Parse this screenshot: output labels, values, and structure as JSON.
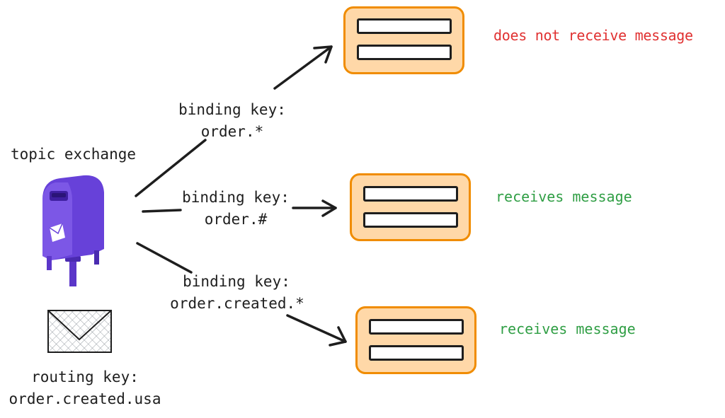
{
  "exchange": {
    "title": "topic exchange",
    "icon": "mailbox-icon",
    "message_icon": "envelope-icon",
    "routing_key_label": "routing key:",
    "routing_key_value": "order.created.usa"
  },
  "bindings": [
    {
      "label": "binding key:",
      "pattern": "order.*",
      "result": "does not receive message",
      "result_color": "#e03131"
    },
    {
      "label": "binding key:",
      "pattern": "order.#",
      "result": "receives message",
      "result_color": "#2f9e44"
    },
    {
      "label": "binding key:",
      "pattern": "order.created.*",
      "result": "receives message",
      "result_color": "#2f9e44"
    }
  ],
  "colors": {
    "queue_fill": "#ffd8a8",
    "queue_stroke": "#f08c00",
    "mailbox": "#6741d9",
    "stroke": "#1e1e1e"
  }
}
